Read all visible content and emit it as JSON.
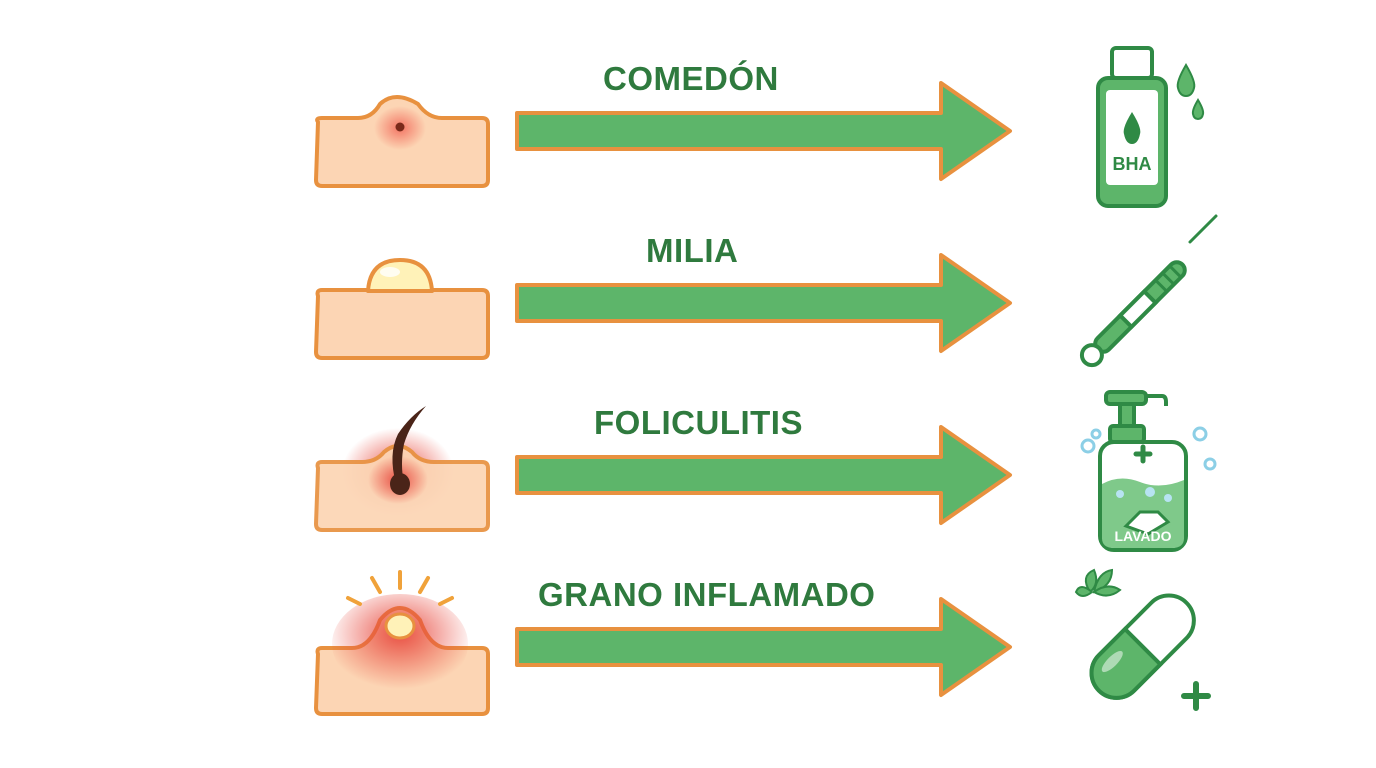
{
  "rows": [
    {
      "id": "comedon",
      "label": "COMEDÓN",
      "skin_icon": "skin-pore-comedone-icon",
      "treatment_icon": "bha-bottle-icon",
      "treatment_text": "BHA"
    },
    {
      "id": "milia",
      "label": "MILIA",
      "skin_icon": "skin-milia-bump-icon",
      "treatment_icon": "extractor-tool-icon",
      "treatment_text": ""
    },
    {
      "id": "foliculitis",
      "label": "FOLICULITIS",
      "skin_icon": "skin-hair-follicle-icon",
      "treatment_icon": "soap-pump-bottle-icon",
      "treatment_text": "LAVADO"
    },
    {
      "id": "grano",
      "label": "GRANO INFLAMADO",
      "skin_icon": "skin-inflamed-pimple-icon",
      "treatment_icon": "capsule-pill-icon",
      "treatment_text": ""
    }
  ],
  "colors": {
    "skin_fill": "#fcd5b4",
    "skin_outline": "#e8913f",
    "arrow_fill": "#5db56a",
    "arrow_outline": "#e8913f",
    "label_text": "#2f7a3e",
    "treatment_green": "#2f8a45",
    "inflammation_red": "#e84a3f"
  }
}
